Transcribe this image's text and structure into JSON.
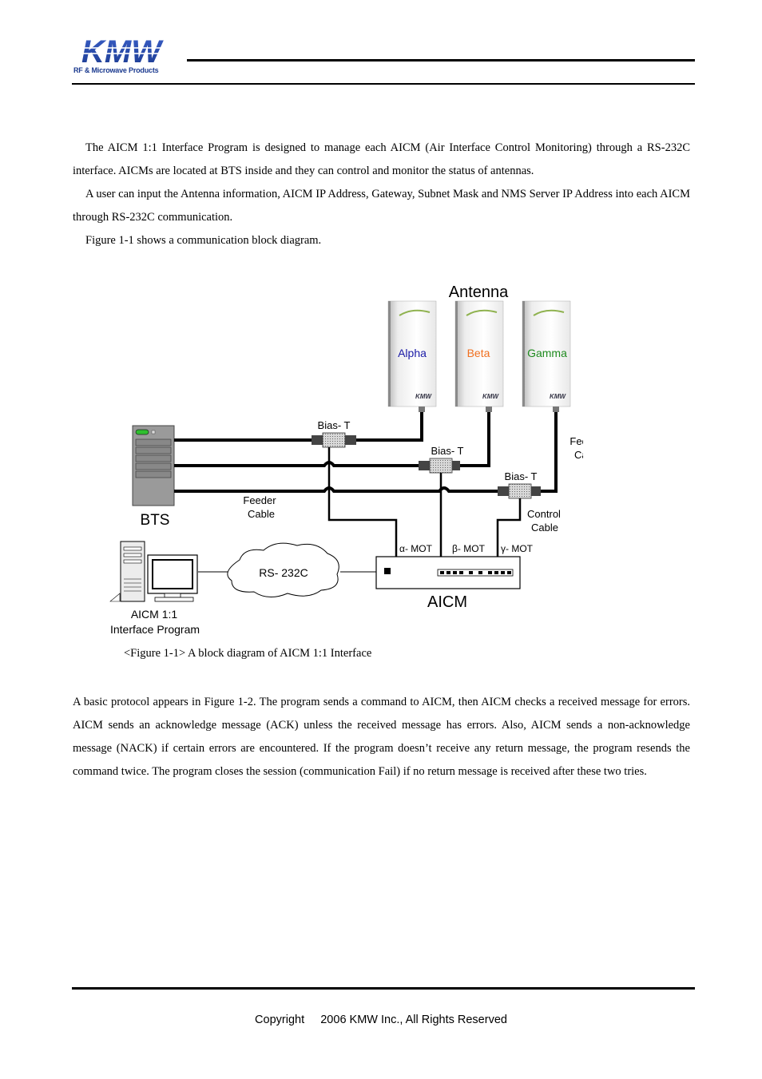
{
  "header": {
    "logo_text": "KMW",
    "logo_subtitle": "RF & Microwave Products",
    "brand_color": "#1b3a8f"
  },
  "body": {
    "paragraphs": [
      "The AICM 1:1 Interface Program is designed to manage each AICM (Air Interface Control Monitoring) through a RS-232C interface. AICMs are located at BTS inside and they can control and monitor the status of antennas.",
      "A user can input the Antenna information, AICM IP Address, Gateway, Subnet Mask and NMS Server IP Address into each AICM through RS-232C communication.",
      "Figure 1-1 shows a communication block diagram.",
      "A basic protocol appears in Figure 1-2. The program sends a command to AICM, then AICM checks a received message for errors. AICM sends an acknowledge message (ACK) unless the received message has errors. Also, AICM sends a non-acknowledge message (NACK) if certain errors are encountered. If the program doesn’t receive any return message, the program resends the command twice. The program closes the session (communication Fail) if no return message is received after these two tries."
    ]
  },
  "figure": {
    "antenna_title": "Antenna",
    "antennas": [
      {
        "label": "Alpha",
        "color": "#1a1aa6"
      },
      {
        "label": "Beta",
        "color": "#f07020"
      },
      {
        "label": "Gamma",
        "color": "#1e8a1e"
      }
    ],
    "antenna_brand": "KMW",
    "bias_t_labels": [
      "Bias- T",
      "Bias- T",
      "Bias- T"
    ],
    "feeder_cable_right": [
      "Feeder",
      "Cable"
    ],
    "feeder_cable_left": [
      "Feeder",
      "Cable"
    ],
    "control_cable": [
      "Control",
      "Cable"
    ],
    "bts_label": "BTS",
    "mot_labels": [
      "α- MOT",
      "β- MOT",
      "γ- MOT"
    ],
    "rs232_label": "RS- 232C",
    "aicm_label": "AICM",
    "pc_label": [
      "AICM 1:1",
      "Interface Program"
    ],
    "caption": "<Figure 1-1> A block diagram of AICM 1:1 Interface"
  },
  "footer": {
    "copyright": "Copyright     2006 KMW Inc., All Rights Reserved"
  }
}
